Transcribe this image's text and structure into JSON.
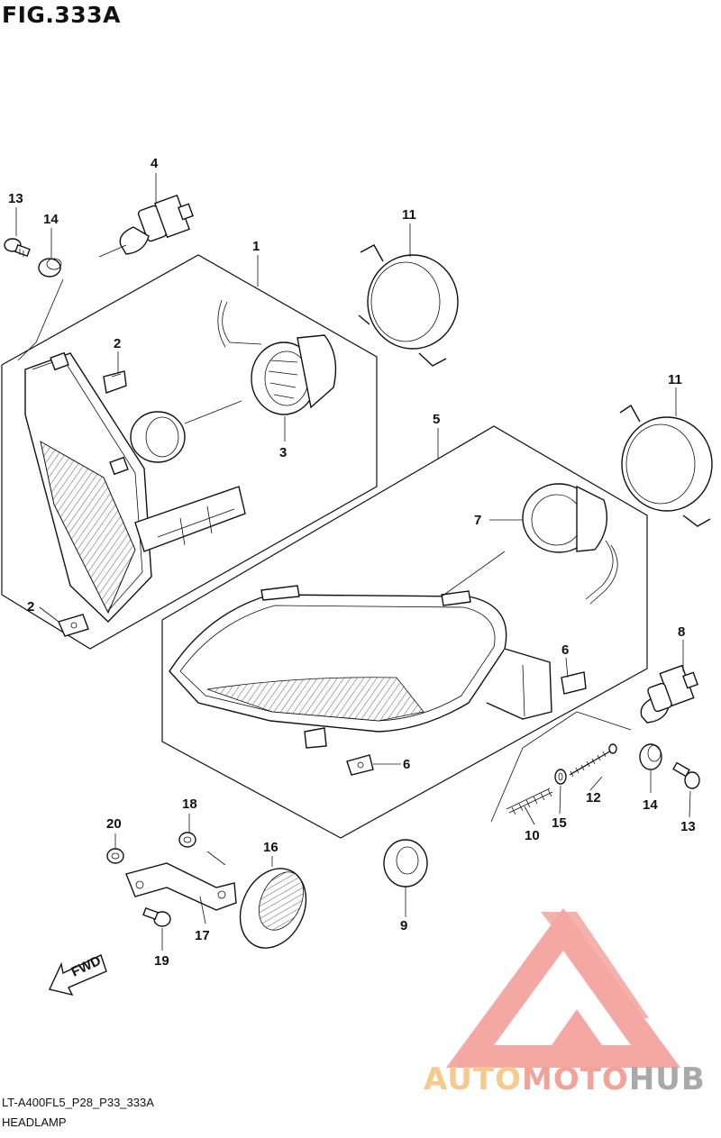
{
  "figure": {
    "title": "FIG.333A",
    "code": "LT-A400FL5_P28_P33_333A",
    "caption": "HEADLAMP"
  },
  "fwd_label": "FWD",
  "callouts": [
    "4",
    "13",
    "14",
    "1",
    "11",
    "2",
    "3",
    "5",
    "11",
    "7",
    "2",
    "6",
    "8",
    "6",
    "18",
    "20",
    "16",
    "12",
    "14",
    "15",
    "13",
    "10",
    "17",
    "9",
    "19"
  ],
  "watermark": {
    "part1": "AUTO",
    "part2": "MOTO",
    "part3": "HUB",
    "colors": {
      "auto": "#f6c98e",
      "moto": "#f1a39a",
      "hub": "#a9a9a9",
      "mark": "#f29a94"
    }
  }
}
